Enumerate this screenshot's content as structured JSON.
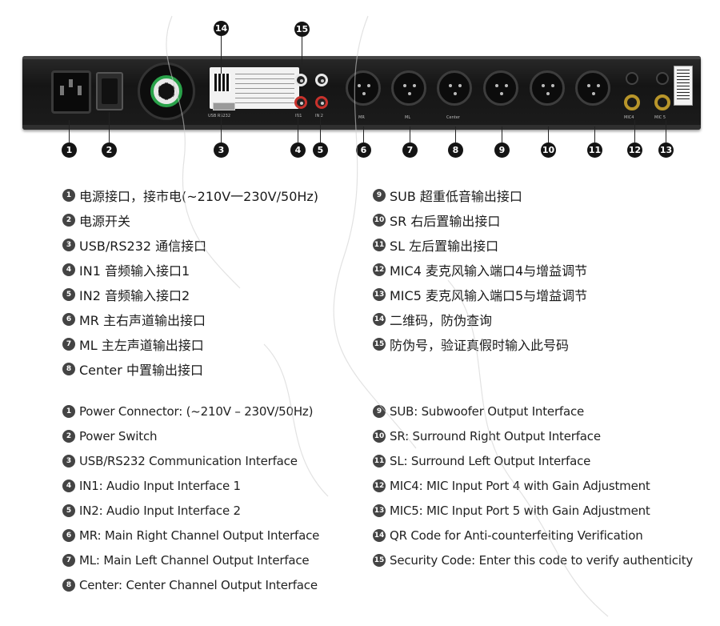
{
  "device": {
    "tiny_labels": [
      "USB RS232",
      "IN1",
      "IN 2",
      "MR",
      "ML",
      "Center",
      "MIC4",
      "MIC 5"
    ]
  },
  "callouts": [
    "1",
    "2",
    "3",
    "4",
    "5",
    "6",
    "7",
    "8",
    "9",
    "10",
    "11",
    "12",
    "13",
    "14",
    "15"
  ],
  "chinese_items": [
    {
      "num": "1",
      "text": "电源接口，接市电(~210V一230V/50Hz)"
    },
    {
      "num": "2",
      "text": "电源开关"
    },
    {
      "num": "3",
      "text": "USB/RS232  通信接口"
    },
    {
      "num": "4",
      "text": "IN1  音频输入接口1"
    },
    {
      "num": "5",
      "text": "IN2  音频输入接口2"
    },
    {
      "num": "6",
      "text": "MR  主右声道输出接口"
    },
    {
      "num": "7",
      "text": "ML  主左声道输出接口"
    },
    {
      "num": "8",
      "text": "Center  中置输出接口"
    },
    {
      "num": "9",
      "text": "SUB   超重低音输出接口"
    },
    {
      "num": "10",
      "text": "SR     右后置输出接口"
    },
    {
      "num": "11",
      "text": "SL     左后置输出接口"
    },
    {
      "num": "12",
      "text": "MIC4  麦克风输入端口4与增益调节"
    },
    {
      "num": "13",
      "text": "MIC5  麦克风输入端口5与增益调节"
    },
    {
      "num": "14",
      "text": "二维码，防伪查询"
    },
    {
      "num": "15",
      "text": "防伪号，验证真假时输入此号码"
    }
  ],
  "english_items": [
    {
      "num": "1",
      "text": "Power Connector: (~210V  –  230V/50Hz)"
    },
    {
      "num": "2",
      "text": "Power Switch"
    },
    {
      "num": "3",
      "text": "USB/RS232 Communication Interface"
    },
    {
      "num": "4",
      "text": "IN1: Audio Input Interface 1"
    },
    {
      "num": "5",
      "text": "IN2: Audio Input Interface 2"
    },
    {
      "num": "6",
      "text": "MR: Main Right Channel Output Interface"
    },
    {
      "num": "7",
      "text": "ML: Main Left Channel Output Interface"
    },
    {
      "num": "8",
      "text": "Center: Center Channel Output Interface"
    },
    {
      "num": "9",
      "text": "SUB: Subwoofer Output Interface"
    },
    {
      "num": "10",
      "text": "SR: Surround Right Output Interface"
    },
    {
      "num": "11",
      "text": "SL: Surround Left Output Interface"
    },
    {
      "num": "12",
      "text": "MIC4: MIC Input Port 4 with Gain Adjustment"
    },
    {
      "num": "13",
      "text": "MIC5: MIC  Input Port 5 with Gain Adjustment"
    },
    {
      "num": "14",
      "text": "QR Code for Anti-counterfeiting Verification"
    },
    {
      "num": "15",
      "text": "Security Code: Enter this code to verify authenticity"
    }
  ],
  "colors": {
    "rca_white": "#e8e8e8",
    "rca_red": "#c8322c",
    "fan_green": "#2aa24a",
    "jack_gold": "#b8952a"
  }
}
